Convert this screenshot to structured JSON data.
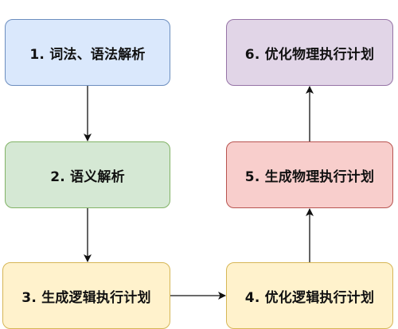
{
  "nodes": [
    {
      "id": "node-1",
      "label": "1. 词法、语法解析",
      "fill": "#dae8fc",
      "stroke": "#6c8ebf"
    },
    {
      "id": "node-2",
      "label": "2. 语义解析",
      "fill": "#d5e8d4",
      "stroke": "#82b366"
    },
    {
      "id": "node-3",
      "label": "3. 生成逻辑执行计划",
      "fill": "#fff2cc",
      "stroke": "#d6b656"
    },
    {
      "id": "node-4",
      "label": "4. 优化逻辑执行计划",
      "fill": "#fff2cc",
      "stroke": "#d6b656"
    },
    {
      "id": "node-5",
      "label": "5. 生成物理执行计划",
      "fill": "#f8cecc",
      "stroke": "#b85450"
    },
    {
      "id": "node-6",
      "label": "6. 优化物理执行计划",
      "fill": "#e1d5e7",
      "stroke": "#9673a6"
    }
  ],
  "edges": [
    {
      "from": "node-1",
      "to": "node-2"
    },
    {
      "from": "node-2",
      "to": "node-3"
    },
    {
      "from": "node-3",
      "to": "node-4"
    },
    {
      "from": "node-4",
      "to": "node-5"
    },
    {
      "from": "node-5",
      "to": "node-6"
    }
  ],
  "colors": {
    "arrow": "#111111",
    "text": "#111111"
  }
}
